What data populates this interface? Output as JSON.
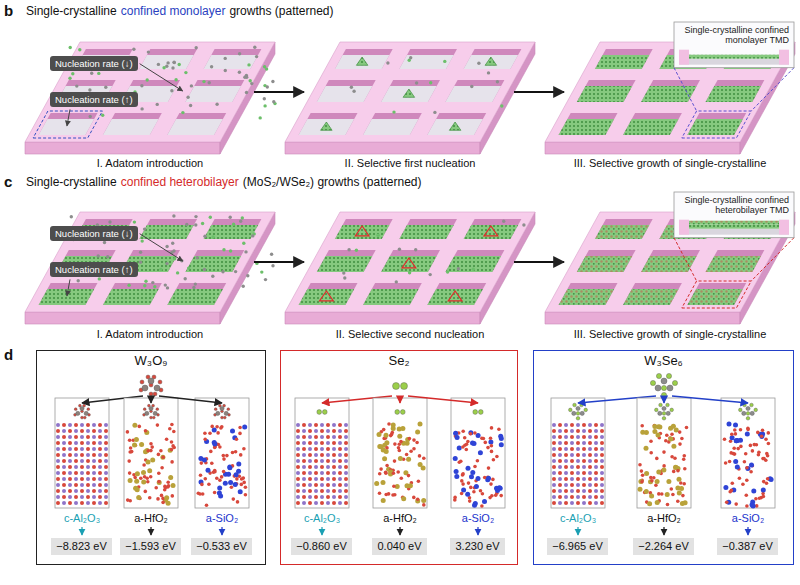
{
  "diagram": {
    "nodes": [
      {
        "text": [
          "Nucleation rate (↓)"
        ]
      },
      {
        "text": [
          "Nucleation rate (↑)"
        ]
      },
      {
        "text": [
          "Single-crystalline confined monolayer TMD"
        ]
      },
      {
        "text": [
          "Nucleation rate (↓)"
        ]
      },
      {
        "text": [
          "Nucleation rate (↑)"
        ]
      },
      {
        "text": [
          "Single-crystalline confined heterobilayer TMD"
        ]
      },
      {
        "text": [
          "W₃O₉"
        ]
      },
      {
        "text": [
          "−8.823 eV"
        ],
        "in": 6
      },
      {
        "text": [
          "−1.593 eV"
        ],
        "in": 6
      },
      {
        "text": [
          "−0.533 eV"
        ],
        "in": 6
      },
      {
        "text": [
          "Se₂"
        ]
      },
      {
        "text": [
          "−0.860 eV"
        ],
        "in": 10
      },
      {
        "text": [
          "0.040 eV"
        ],
        "in": 10
      },
      {
        "text": [
          "3.230 eV"
        ],
        "in": 10
      },
      {
        "text": [
          "W₃Se₆"
        ]
      },
      {
        "text": [
          "−6.965 eV"
        ],
        "in": 14
      },
      {
        "text": [
          "−2.264 eV"
        ],
        "in": 14
      },
      {
        "text": [
          "−0.387 eV"
        ],
        "in": 14
      }
    ],
    "labels": [
      "b",
      "Single-crystalline",
      "confined monolayer",
      "growths (patterned)",
      "I. Adatom introduction",
      "II. Selective first nucleation",
      "III. Selective growth of single-crystalline",
      "c",
      "Single-crystalline",
      "confined heterobilayer",
      "(MoS₂/WSe₂) growths (patterned)",
      "I. Adatom introduction",
      "II. Selective second nucleation",
      "III. Selective growth of single-crystalline",
      "d",
      "c-Al₂O₃",
      "a-HfO₂",
      "a-SiO₂",
      "c-Al₂O₃",
      "a-HfO₂",
      "a-SiO₂",
      "c-Al₂O₃",
      "a-HfO₂",
      "a-SiO₂"
    ]
  }
}
